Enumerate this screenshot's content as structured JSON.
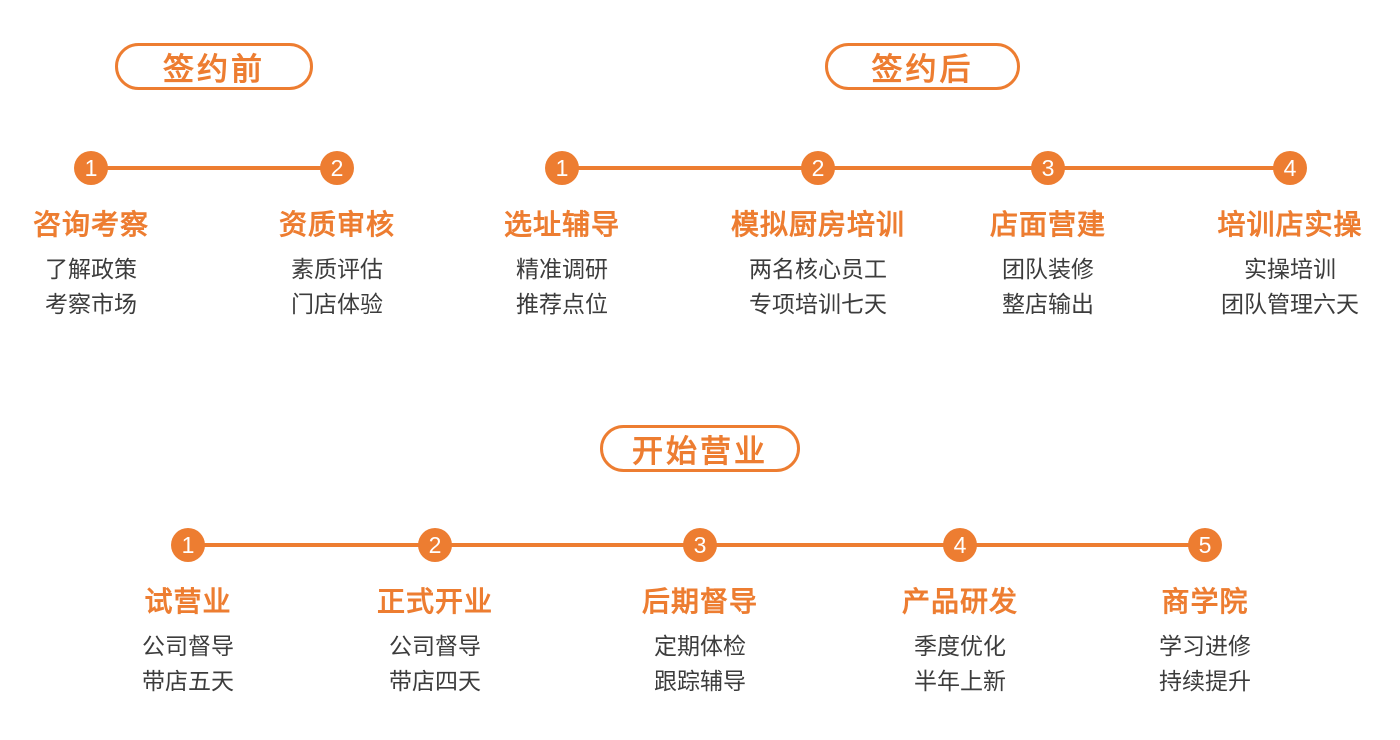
{
  "colors": {
    "accent": "#ED7D31",
    "text": "#3C3C3C",
    "background": "#FFFFFF"
  },
  "sections": [
    {
      "badge": "签约前",
      "steps": [
        {
          "num": "1",
          "title": "咨询考察",
          "lines": [
            "了解政策",
            "考察市场"
          ]
        },
        {
          "num": "2",
          "title": "资质审核",
          "lines": [
            "素质评估",
            "门店体验"
          ]
        }
      ]
    },
    {
      "badge": "签约后",
      "steps": [
        {
          "num": "1",
          "title": "选址辅导",
          "lines": [
            "精准调研",
            "推荐点位"
          ]
        },
        {
          "num": "2",
          "title": "模拟厨房培训",
          "lines": [
            "两名核心员工",
            "专项培训七天"
          ]
        },
        {
          "num": "3",
          "title": "店面营建",
          "lines": [
            "团队装修",
            "整店输出"
          ]
        },
        {
          "num": "4",
          "title": "培训店实操",
          "lines": [
            "实操培训",
            "团队管理六天"
          ]
        }
      ]
    },
    {
      "badge": "开始营业",
      "steps": [
        {
          "num": "1",
          "title": "试营业",
          "lines": [
            "公司督导",
            "带店五天"
          ]
        },
        {
          "num": "2",
          "title": "正式开业",
          "lines": [
            "公司督导",
            "带店四天"
          ]
        },
        {
          "num": "3",
          "title": "后期督导",
          "lines": [
            "定期体检",
            "跟踪辅导"
          ]
        },
        {
          "num": "4",
          "title": "产品研发",
          "lines": [
            "季度优化",
            "半年上新"
          ]
        },
        {
          "num": "5",
          "title": "商学院",
          "lines": [
            "学习进修",
            "持续提升"
          ]
        }
      ]
    }
  ]
}
